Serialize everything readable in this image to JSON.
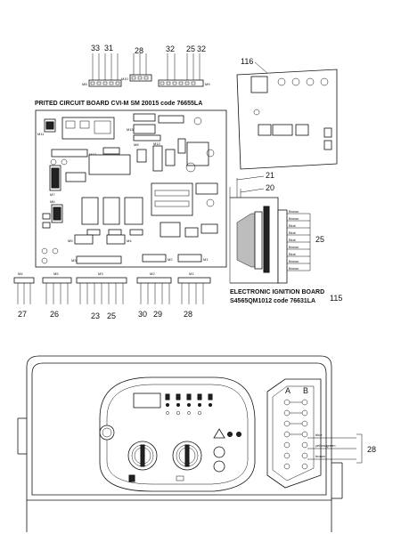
{
  "pcb": {
    "title": "PRITED CIRCUIT BOARD CVI-M SM 20015 code 76655LA",
    "conn_labels": {
      "m11": "M11",
      "m13": "M13",
      "m7": "M7",
      "m10": "M10",
      "m9": "M9",
      "m12": "M12",
      "m15": "M15",
      "m8": "M8",
      "m6": "M6",
      "m5": "M5",
      "m4": "M4",
      "m3": "M3",
      "m2": "M2",
      "m1": "M1"
    }
  },
  "top_refs": [
    "33",
    "31",
    "28",
    "32",
    "25",
    "32"
  ],
  "bottom_refs": {
    "r27": "27",
    "r26": "26",
    "r23": "23",
    "r25": "25",
    "r30": "30",
    "r29": "29",
    "r28": "28"
  },
  "ignition_board": {
    "ref_116": "116",
    "ref_21": "21",
    "ref_20": "20",
    "ref_25": "25",
    "ref_115": "115",
    "title_line1": "ELECTRONIC IGNITION BOARD",
    "title_line2": "S4565QM1012 code 76631LA",
    "wires": [
      "Brown",
      "Brown",
      "Blue",
      "Blue",
      "Blue",
      "Brown",
      "Blue",
      "Brown",
      "Brown"
    ]
  },
  "boiler": {
    "ref_28": "28",
    "term_a": "A",
    "term_b": "B",
    "wires": [
      "blue",
      "yellow/green",
      "brown"
    ]
  }
}
